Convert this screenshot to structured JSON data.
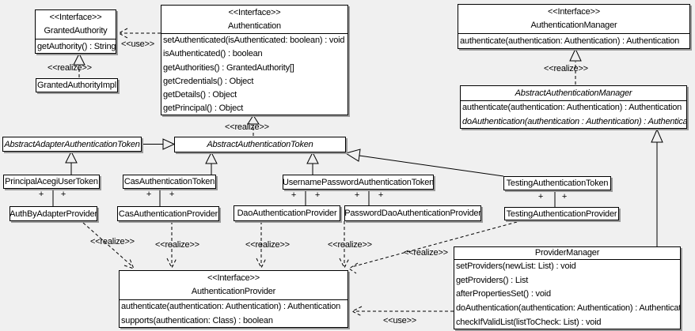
{
  "colors": {
    "background": "#f0f0f0",
    "box_fill": "#ffffff",
    "line": "#000000",
    "shadow": "#9a9a9a"
  },
  "stereotypes": {
    "interface": "<<Interface>>",
    "use": "<<use>>",
    "realize": "<<realize>>"
  },
  "symbols": {
    "plus": "+"
  },
  "classes": {
    "granted_authority": {
      "stereotype": "<<Interface>>",
      "name": "GrantedAuthority",
      "methods": [
        "getAuthority() : String"
      ]
    },
    "granted_authority_impl": {
      "name": "GrantedAuthorityImpl"
    },
    "authentication": {
      "stereotype": "<<Interface>>",
      "name": "Authentication",
      "methods": [
        "setAuthenticated(isAuthenticated: boolean) : void",
        "isAuthenticated() : boolean",
        "getAuthorities() : GrantedAuthority[]",
        "getCredentials() : Object",
        "getDetails() : Object",
        "getPrincipal() : Object"
      ]
    },
    "authentication_manager": {
      "stereotype": "<<Interface>>",
      "name": "AuthenticationManager",
      "methods": [
        "authenticate(authentication: Authentication) : Authentication"
      ]
    },
    "abstract_authentication_manager": {
      "name": "AbstractAuthenticationManager",
      "methods": [
        "authenticate(authentication: Authentication) : Authentication",
        "doAuthentication(authentication : Authentication) : Authentication"
      ]
    },
    "abstract_adapter_authentication_token": {
      "name": "AbstractAdapterAuthenticationToken"
    },
    "abstract_authentication_token": {
      "name": "AbstractAuthenticationToken"
    },
    "principal_acegi_user_token": {
      "name": "PrincipalAcegiUserToken"
    },
    "cas_authentication_token": {
      "name": "CasAuthenticationToken"
    },
    "username_password_authentication_token": {
      "name": "UsernamePasswordAuthenticationToken"
    },
    "testing_authentication_token": {
      "name": "TestingAuthenticationToken"
    },
    "auth_by_adapter_provider": {
      "name": "AuthByAdapterProvider"
    },
    "cas_authentication_provider": {
      "name": "CasAuthenticationProvider"
    },
    "dao_authentication_provider": {
      "name": "DaoAuthenticationProvider"
    },
    "password_dao_authentication_provider": {
      "name": "PasswordDaoAuthenticationProvider"
    },
    "testing_authentication_provider": {
      "name": "TestingAuthenticationProvider"
    },
    "authentication_provider": {
      "stereotype": "<<Interface>>",
      "name": "AuthenticationProvider",
      "methods": [
        "authenticate(authentication: Authentication) : Authentication",
        "supports(authentication: Class) : boolean"
      ]
    },
    "provider_manager": {
      "name": "ProviderManager",
      "methods": [
        "setProviders(newList: List) : void",
        "getProviders() : List",
        "afterPropertiesSet() : void",
        "doAuthentication(authentication: Authentication) : Authentication",
        "checkIfValidList(listToCheck: List) : void"
      ]
    }
  }
}
